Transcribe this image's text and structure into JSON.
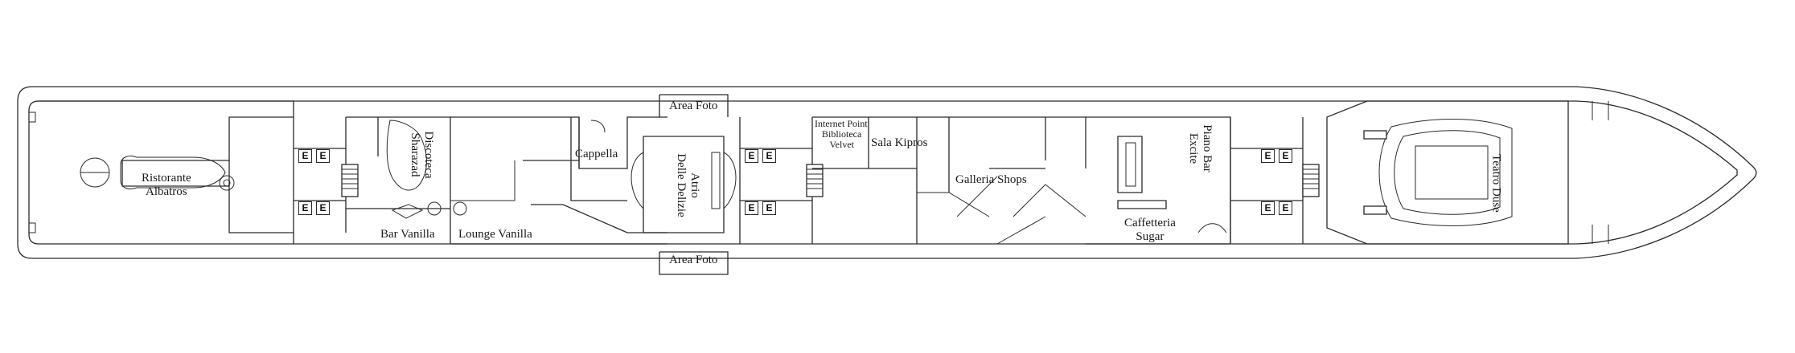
{
  "deck_plan": {
    "rooms": {
      "ristorante_albatros": [
        "Ristorante",
        "Albatros"
      ],
      "discoteca_sharazad": [
        "Discoteca",
        "Sharazad"
      ],
      "bar_vanilla": "Bar Vanilla",
      "lounge_vanilla": "Lounge Vanilla",
      "cappella": "Cappella",
      "area_foto_top": "Area Foto",
      "area_foto_bottom": "Area Foto",
      "atrio_delle_delizie": [
        "Atrio",
        "Delle Delizie"
      ],
      "internet_point": "Internet Point",
      "biblioteca_velvet": [
        "Biblioteca",
        "Velvet"
      ],
      "sala_kipros": "Sala Kipros",
      "galleria_shops": "Galleria Shops",
      "piano_bar_excite": [
        "Piano Bar",
        "Excite"
      ],
      "caffetteria_sugar": [
        "Caffetteria",
        "Sugar"
      ],
      "teatro_duse": "Teatro Duse"
    },
    "elevator_symbol": "E"
  }
}
